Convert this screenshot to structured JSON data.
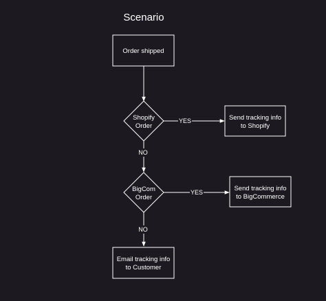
{
  "title": "Scenario",
  "nodes": {
    "order_shipped": [
      "Order shipped"
    ],
    "shopify_order": [
      "Shopify",
      "Order"
    ],
    "bigcom_order": [
      "BigCom",
      "Order"
    ],
    "send_shopify": [
      "Send tracking info",
      "to Shopify"
    ],
    "send_bigcommerce": [
      "Send tracking info",
      "to BigCommerce"
    ],
    "email_customer": [
      "Email tracking info",
      "to Customer"
    ]
  },
  "edges": {
    "shopify_yes": "YES",
    "shopify_no": "NO",
    "bigcom_yes": "YES",
    "bigcom_no": "NO"
  },
  "colors": {
    "background": "#1c1920",
    "stroke": "#ffffff",
    "text": "#ffffff"
  }
}
